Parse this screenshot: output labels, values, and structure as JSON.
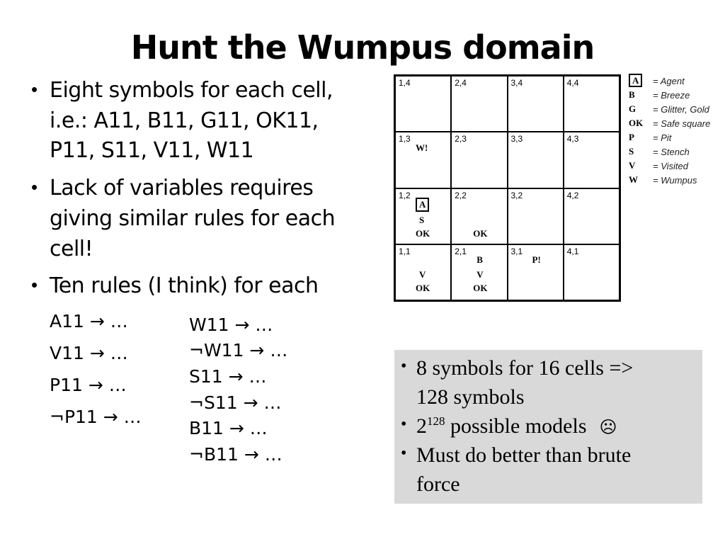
{
  "title": "Hunt the Wumpus domain",
  "bullets": [
    {
      "lines": [
        "Eight symbols for each cell,",
        "i.e.: A11, B11, G11, OK11,",
        "P11, S11, V11, W11"
      ]
    },
    {
      "lines": [
        "Lack of variables requires",
        "giving similar rules for each",
        "cell!"
      ]
    },
    {
      "lines": [
        "Ten rules (I think) for each"
      ]
    }
  ],
  "rules_col1": [
    "A11 → …",
    "V11 → …",
    "P11 → …",
    "¬P11 → …"
  ],
  "rules_col2": [
    "W11 → …",
    "¬W11 → …",
    "S11 → …",
    "¬S11 → …",
    "B11 → …",
    "¬B11 → …"
  ],
  "grid": {
    "rows": [
      [
        {
          "coord": "1,4"
        },
        {
          "coord": "2,4"
        },
        {
          "coord": "3,4"
        },
        {
          "coord": "4,4"
        }
      ],
      [
        {
          "coord": "1,3",
          "marks": [
            "W!"
          ]
        },
        {
          "coord": "2,3"
        },
        {
          "coord": "3,3"
        },
        {
          "coord": "4,3"
        }
      ],
      [
        {
          "coord": "1,2",
          "marks": [
            "A",
            "S",
            "OK"
          ]
        },
        {
          "coord": "2,2",
          "marks": [
            "OK"
          ]
        },
        {
          "coord": "3,2"
        },
        {
          "coord": "4,2"
        }
      ],
      [
        {
          "coord": "1,1",
          "marks": [
            "V",
            "OK"
          ]
        },
        {
          "coord": "2,1",
          "marks": [
            "B",
            "V",
            "OK"
          ]
        },
        {
          "coord": "3,1",
          "marks": [
            "P!"
          ]
        },
        {
          "coord": "4,1"
        }
      ]
    ]
  },
  "legend": [
    {
      "key": "A",
      "value": "= Agent"
    },
    {
      "key": "B",
      "value": "= Breeze"
    },
    {
      "key": "G",
      "value": "= Glitter, Gold"
    },
    {
      "key": "OK",
      "value": "= Safe square"
    },
    {
      "key": "P",
      "value": "= Pit"
    },
    {
      "key": "S",
      "value": "= Stench"
    },
    {
      "key": "V",
      "value": "= Visited"
    },
    {
      "key": "W",
      "value": "= Wumpus"
    }
  ],
  "box": {
    "b1_l1": "8 symbols for 16 cells =>",
    "b1_l2": "128 symbols",
    "b2_base": "2",
    "b2_exp": "128",
    "b2_rest": " possible models",
    "b2_face": "☹",
    "b3_l1": "Must do better than brute",
    "b3_l2": "force",
    "bullet": "•"
  },
  "bullet_char": "•",
  "colors": {
    "box_bg": "#d9d9d9"
  }
}
